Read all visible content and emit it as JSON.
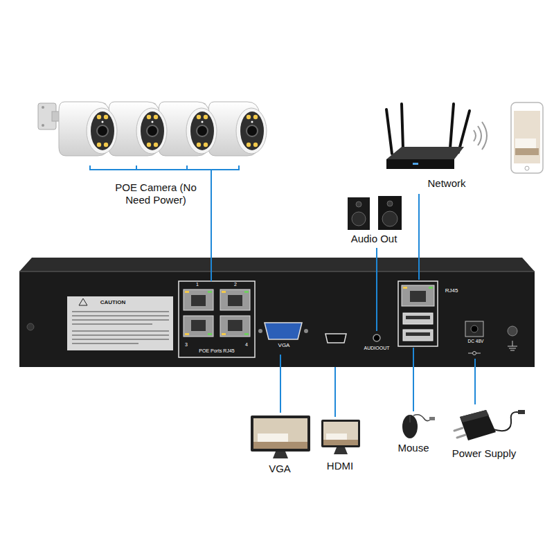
{
  "diagram": {
    "nodes": [
      {
        "text": [
          "POE Camera (No Need Power)"
        ]
      },
      {
        "text": [
          "Network"
        ]
      },
      {
        "text": [
          "Audio Out"
        ]
      },
      {
        "text": [
          "CAUTION"
        ]
      },
      {
        "text": [
          "1",
          "2",
          "3",
          "4",
          "POE Ports RJ45"
        ],
        "in": 3
      },
      {
        "text": [
          "VGA"
        ],
        "in": 3
      },
      {
        "text": [
          "AUDIOOUT"
        ],
        "in": 3
      },
      {
        "text": [
          "RJ45"
        ],
        "in": 3
      },
      {
        "text": [
          "DC 48V"
        ],
        "in": 3
      },
      {
        "text": [
          "VGA"
        ]
      },
      {
        "text": [
          "HDMI"
        ]
      },
      {
        "text": [
          "Mouse"
        ]
      },
      {
        "text": [
          "Power Supply"
        ]
      }
    ],
    "edges": [
      {
        "from": 0,
        "to": 4,
        "arrow": "none"
      },
      {
        "from": 1,
        "to": 7,
        "arrow": "none"
      },
      {
        "from": 2,
        "to": 6,
        "arrow": "none"
      },
      {
        "from": 5,
        "to": 9,
        "arrow": "none"
      },
      {
        "from": 3,
        "to": 10,
        "arrow": "none"
      },
      {
        "from": 7,
        "to": 11,
        "arrow": "none"
      },
      {
        "from": 8,
        "to": 12,
        "arrow": "none"
      }
    ]
  }
}
